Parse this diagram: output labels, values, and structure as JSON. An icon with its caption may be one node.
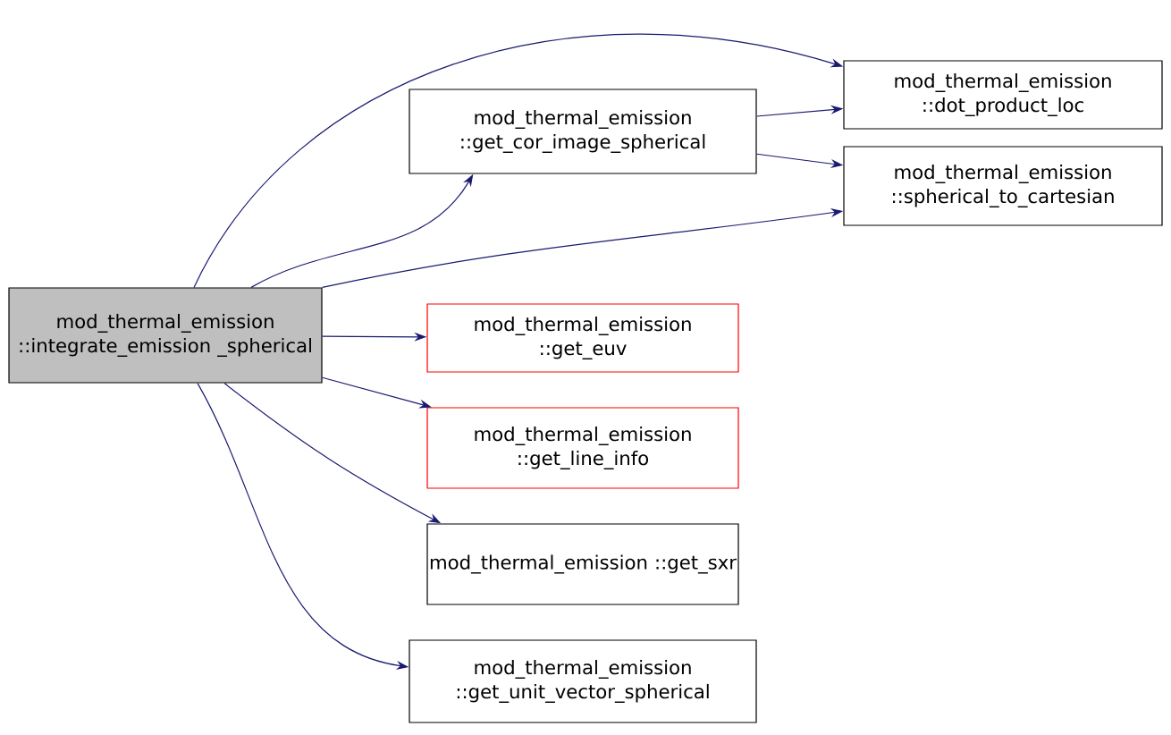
{
  "diagram": {
    "nodes": [
      {
        "text": [
          "mod_thermal_emission ::integrate_emission _spherical"
        ]
      },
      {
        "text": [
          "mod_thermal_emission ::get_cor_image_spherical"
        ]
      },
      {
        "text": [
          "mod_thermal_emission ::dot_product_loc"
        ]
      },
      {
        "text": [
          "mod_thermal_emission ::spherical_to_cartesian"
        ]
      },
      {
        "text": [
          "mod_thermal_emission ::get_euv"
        ]
      },
      {
        "text": [
          "mod_thermal_emission ::get_line_info"
        ]
      },
      {
        "text": [
          "mod_thermal_emission ::get_sxr"
        ]
      },
      {
        "text": [
          "mod_thermal_emission ::get_unit_vector_spherical"
        ]
      }
    ],
    "edges": [
      {
        "from": 0,
        "to": 2,
        "arrow": "to"
      },
      {
        "from": 0,
        "to": 1,
        "arrow": "to"
      },
      {
        "from": 0,
        "to": 3,
        "arrow": "to"
      },
      {
        "from": 0,
        "to": 4,
        "arrow": "to"
      },
      {
        "from": 0,
        "to": 5,
        "arrow": "to"
      },
      {
        "from": 0,
        "to": 6,
        "arrow": "to"
      },
      {
        "from": 0,
        "to": 7,
        "arrow": "to"
      },
      {
        "from": 1,
        "to": 2,
        "arrow": "to"
      },
      {
        "from": 1,
        "to": 3,
        "arrow": "to"
      }
    ]
  }
}
